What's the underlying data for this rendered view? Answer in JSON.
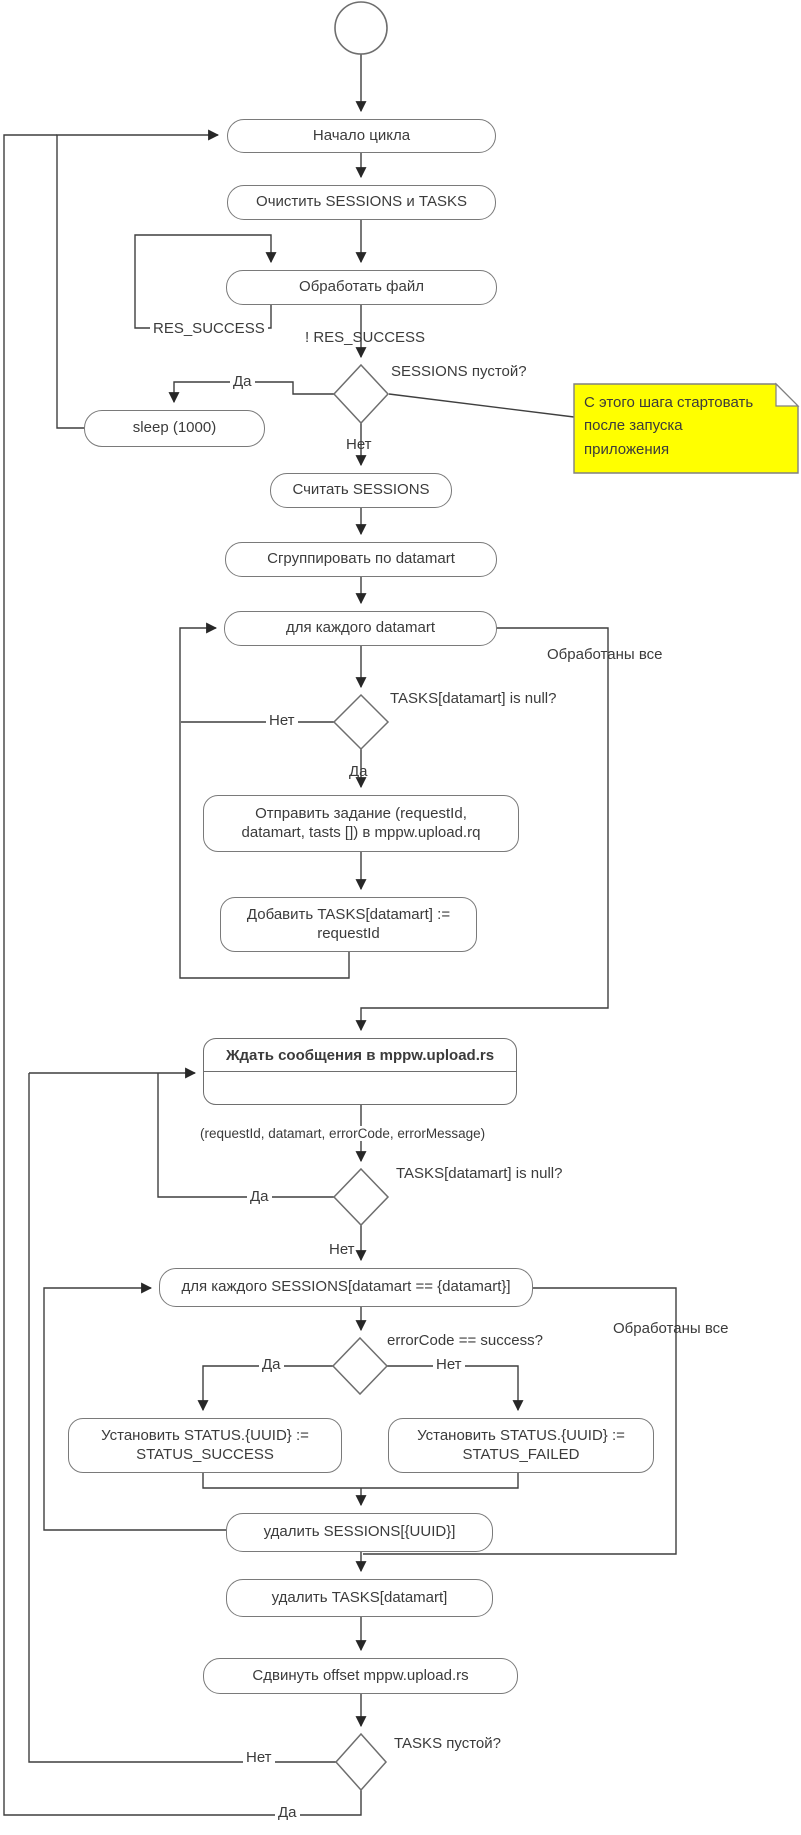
{
  "diagram": {
    "title": "ETL upload cycle activity diagram",
    "nodes": {
      "cycle_start": "Начало цикла",
      "clear_sessions_tasks": "Очистить SESSIONS и TASKS",
      "process_file": "Обработать файл",
      "sleep": "sleep (1000)",
      "read_sessions": "Считать SESSIONS",
      "group_by_datamart": "Сгруппировать по datamart",
      "foreach_datamart": "для каждого datamart",
      "send_task": "Отправить задание (requestId, datamart, tasts []) в mppw.upload.rq",
      "add_task": "Добавить TASKS[datamart] := requestId",
      "wait_message": "Ждать сообщения в mppw.upload.rs",
      "foreach_sessions": "для каждого SESSIONS[datamart == {datamart}]",
      "set_status_success": "Установить STATUS.{UUID} := STATUS_SUCCESS",
      "set_status_failed": "Установить STATUS.{UUID} := STATUS_FAILED",
      "delete_sessions": "удалить SESSIONS[{UUID}]",
      "delete_tasks": "удалить TASKS[datamart]",
      "shift_offset": "Сдвинуть offset mppw.upload.rs"
    },
    "decisions": {
      "q_sessions_empty": "SESSIONS пустой?",
      "q_tasks_null_1": "TASKS[datamart] is null?",
      "q_tasks_null_2": "TASKS[datamart] is null?",
      "q_error_code": "errorCode == success?",
      "q_tasks_empty": "TASKS пустой?"
    },
    "edge_labels": {
      "res_success": "RES_SUCCESS",
      "not_res_success": "! RES_SUCCESS",
      "yes1": "Да",
      "no1": "Нет",
      "no2": "Нет",
      "yes2": "Да",
      "processed_all_1": "Обработаны все",
      "message_params": "(requestId, datamart, errorCode, errorMessage)",
      "yes3": "Да",
      "no3": "Нет",
      "processed_all_2": "Обработаны все",
      "yes4": "Да",
      "no4": "Нет",
      "no5": "Нет",
      "yes5": "Да"
    },
    "note": {
      "text": "С этого шага стартовать после запуска приложения",
      "fill_color": "#ffff00"
    },
    "colors": {
      "wire": "#3f3f3f",
      "shape_border": "#7a7a7a",
      "text": "#3b3b3b",
      "note_fill": "#ffff00"
    }
  }
}
